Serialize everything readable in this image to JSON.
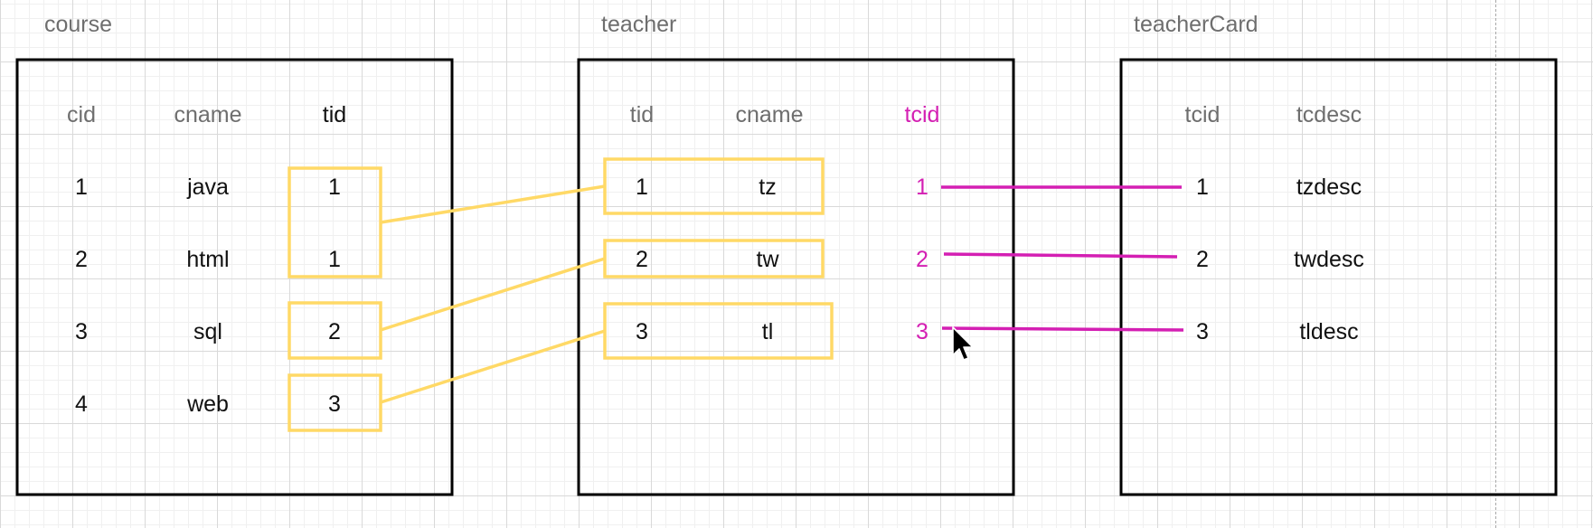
{
  "diagram": {
    "tables": [
      {
        "id": "course",
        "title": "course",
        "columns": [
          "cid",
          "cname",
          "tid"
        ],
        "rows": [
          [
            "1",
            "java",
            "1"
          ],
          [
            "2",
            "html",
            "1"
          ],
          [
            "3",
            "sql",
            "2"
          ],
          [
            "4",
            "web",
            "3"
          ]
        ]
      },
      {
        "id": "teacher",
        "title": "teacher",
        "columns": [
          "tid",
          "cname",
          "tcid"
        ],
        "rows": [
          [
            "1",
            "tz",
            "1"
          ],
          [
            "2",
            "tw",
            "2"
          ],
          [
            "3",
            "tl",
            "3"
          ]
        ]
      },
      {
        "id": "teacherCard",
        "title": "teacherCard",
        "columns": [
          "tcid",
          "tcdesc"
        ],
        "rows": [
          [
            "1",
            "tzdesc"
          ],
          [
            "2",
            "twdesc"
          ],
          [
            "3",
            "tldesc"
          ]
        ]
      }
    ],
    "relations": [
      {
        "from": "course.tid",
        "to": "teacher.tid",
        "kind": "many-to-one"
      },
      {
        "from": "teacher.tcid",
        "to": "teacherCard.tcid",
        "kind": "one-to-one"
      }
    ],
    "colors": {
      "grid_major": "#d9d9d9",
      "grid_minor": "#f0f0f0",
      "table_border": "#000000",
      "header_text": "#6e6e6e",
      "cell_text": "#111111",
      "fk_highlight": "#ffd966",
      "one_to_one_link": "#d41fb3"
    },
    "icons": [
      "mouse-cursor-icon"
    ]
  }
}
